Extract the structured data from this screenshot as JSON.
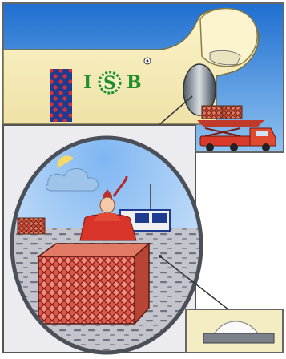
{
  "logo": {
    "letter_left": "I",
    "letter_center": "S",
    "letter_right": "B"
  },
  "colors": {
    "sky": "#2f7fd6",
    "aircraft_body": "#f7eebd",
    "frame_border": "#5a5a5a",
    "cargo_red": "#c8322a",
    "truck_red": "#d93a2a",
    "floor_gray": "#b9b9c2",
    "logo_green": "#1f8f2a",
    "band_blue": "#1d3b8f"
  },
  "icons": [
    "aircraft-nose-icon",
    "cargo-container-icon",
    "loader-truck-icon",
    "worker-icon",
    "airport-vehicle-icon",
    "cargo-box-icon",
    "zoom-pointer-icon"
  ]
}
